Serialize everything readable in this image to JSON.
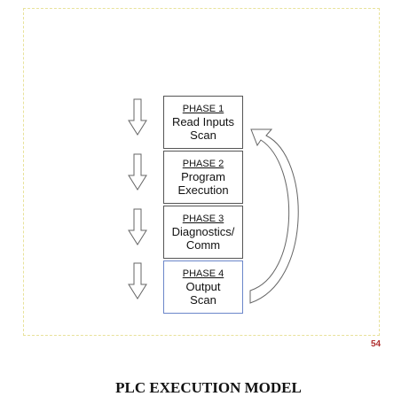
{
  "diagram": {
    "phases": [
      {
        "heading": "PHASE 1",
        "lines": [
          "Read Inputs",
          "Scan"
        ]
      },
      {
        "heading": "PHASE 2",
        "lines": [
          "Program",
          "Execution"
        ]
      },
      {
        "heading": "PHASE 3",
        "lines": [
          "Diagnostics/",
          "Comm"
        ]
      },
      {
        "heading": "PHASE 4",
        "lines": [
          "Output",
          "Scan"
        ]
      }
    ],
    "page_number": "54",
    "caption": "PLC EXECUTION MODEL"
  }
}
